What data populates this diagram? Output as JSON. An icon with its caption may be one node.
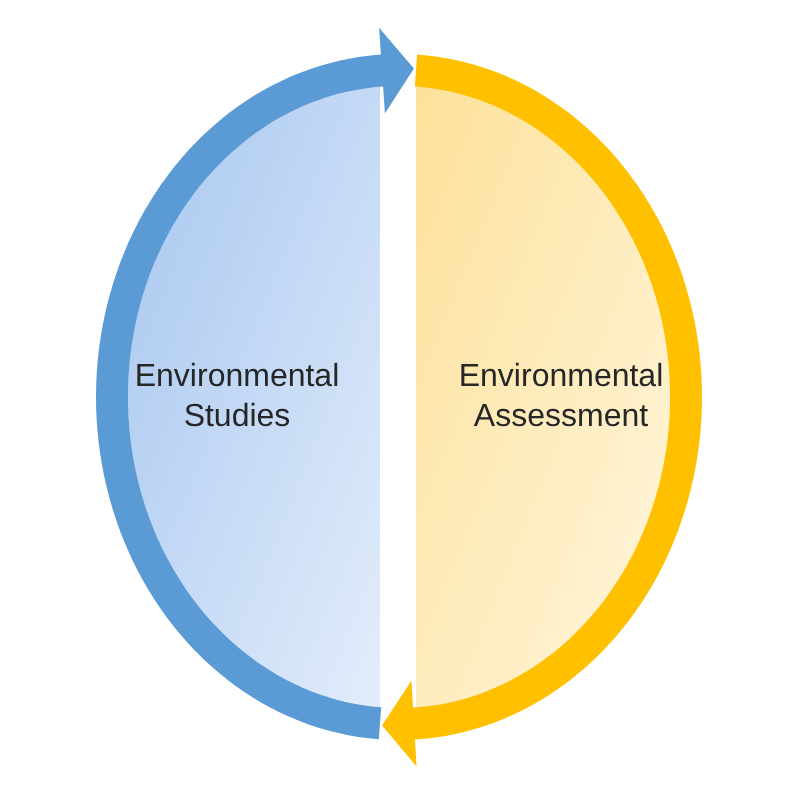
{
  "diagram": {
    "nodes": [
      {
        "text": [
          "Environmental Studies"
        ]
      },
      {
        "text": [
          "Environmental Assessment"
        ]
      }
    ],
    "edges": [
      {
        "from": 0,
        "to": 1,
        "arrow": "to",
        "color": "#5b9bd5"
      },
      {
        "from": 1,
        "to": 0,
        "arrow": "to",
        "color": "#ffc000"
      }
    ]
  }
}
